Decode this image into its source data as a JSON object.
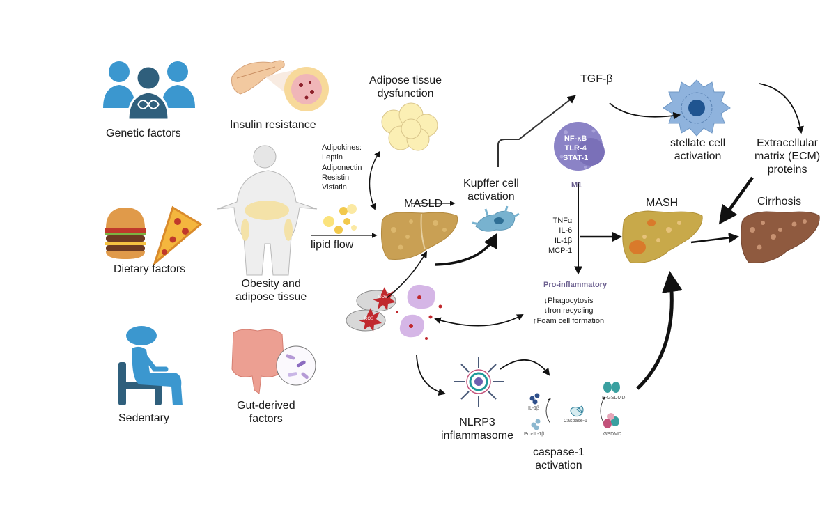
{
  "title": "Pathogenesis of MASLD to MASH and cirrhosis",
  "risk_factors": {
    "genetic": "Genetic factors",
    "insulin": "Insulin resistance",
    "dietary": "Dietary factors",
    "obesity": [
      "Obesity and",
      "adipose tissue"
    ],
    "sedentary": "Sedentary",
    "gut": [
      "Gut-derived",
      "factors"
    ]
  },
  "adipose": {
    "title": [
      "Adipose tissue",
      "dysfunction"
    ],
    "adipokines_header": "Adipokines:",
    "adipokines": [
      "Leptin",
      "Adiponectin",
      "Resistin",
      "Visfatin"
    ]
  },
  "lipid_flow": "lipid flow",
  "masld": "MASLD",
  "kupffer": [
    "Kupffer cell",
    "activation"
  ],
  "tgf": "TGF-β",
  "m1": {
    "markers": [
      "NF-κB",
      "TLR-4",
      "STAT-1"
    ],
    "label": "M1"
  },
  "cytokines": [
    "TNFα",
    "IL-6",
    "IL-1β",
    "MCP-1"
  ],
  "pro_inflammatory": {
    "title": "Pro-inflammatory",
    "effects": [
      "↓Phagocytosis",
      "↓Iron recycling",
      "↑Foam cell formation"
    ]
  },
  "stellate": [
    "stellate cell",
    "activation"
  ],
  "ecm": [
    "Extracellular",
    "matrix (ECM)",
    "proteins"
  ],
  "mash": "MASH",
  "cirrhosis": "Cirrhosis",
  "ros_label": "ROS",
  "nlrp3": [
    "NLRP3",
    "inflammasome"
  ],
  "caspase_panel": {
    "il1b": "IL-1β",
    "pro_il1b": "Pro-IL-1β",
    "caspase": "Caspase-1",
    "n_gsdmd": "N-GSDMD",
    "gsdmd": "GSDMD"
  },
  "caspase_activation": [
    "caspase-1",
    "activation"
  ],
  "colors": {
    "blue_person": "#3b97cf",
    "dark_person": "#2f5f7c",
    "liver_masld": "#c9a054",
    "liver_mash": "#c8a94a",
    "liver_cirrhosis": "#8f5a3f",
    "m1_purple": "#8b83c6",
    "stellate_blue": "#8fb3dd",
    "kupffer_blue": "#78b2cf"
  }
}
